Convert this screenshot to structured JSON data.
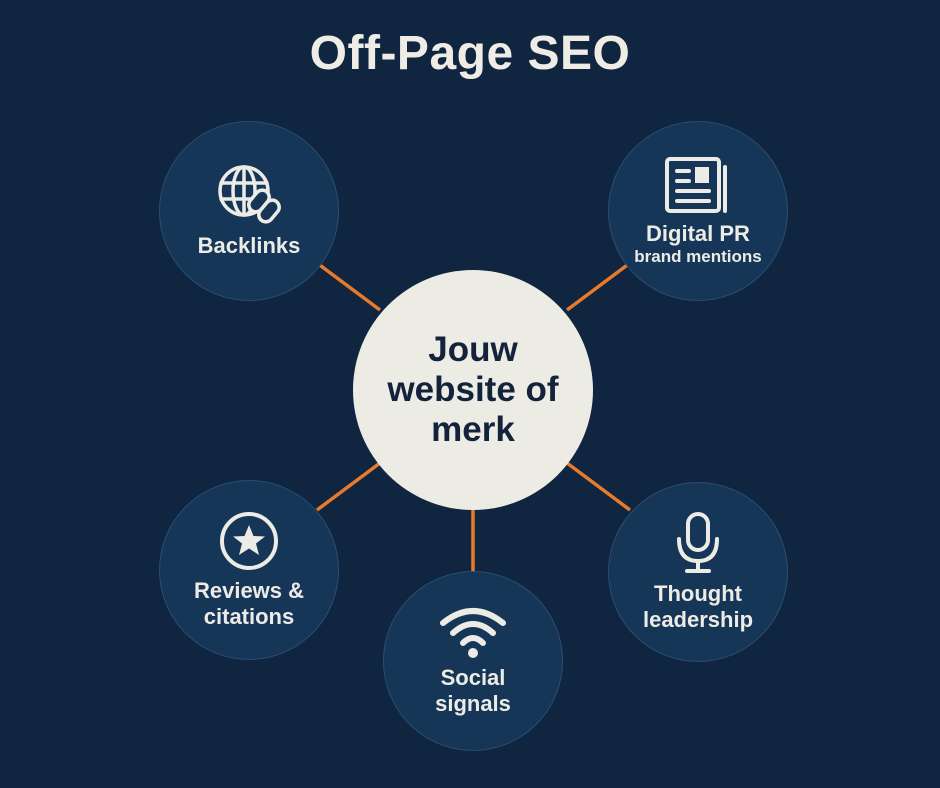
{
  "title": "Off-Page SEO",
  "colors": {
    "background": "#0f2540",
    "node_fill": "#163658",
    "node_border": "#2b4d72",
    "center_fill": "#ecebe4",
    "connector": "#e87a2c",
    "text_light": "#ecebe6",
    "text_dark": "#13233b"
  },
  "center": {
    "line1": "Jouw",
    "line2": "website of",
    "line3": "merk"
  },
  "nodes": [
    {
      "id": "backlinks",
      "icon": "globe-link-icon",
      "label": "Backlinks",
      "sub": ""
    },
    {
      "id": "digital-pr",
      "icon": "newspaper-icon",
      "label": "Digital PR",
      "sub": "brand mentions"
    },
    {
      "id": "reviews",
      "icon": "star-circle-icon",
      "label_line1": "Reviews &",
      "label_line2": "citations"
    },
    {
      "id": "social",
      "icon": "wifi-signal-icon",
      "label_line1": "Social",
      "label_line2": "signals"
    },
    {
      "id": "thought",
      "icon": "microphone-icon",
      "label_line1": "Thought",
      "label_line2": "leadership"
    }
  ]
}
